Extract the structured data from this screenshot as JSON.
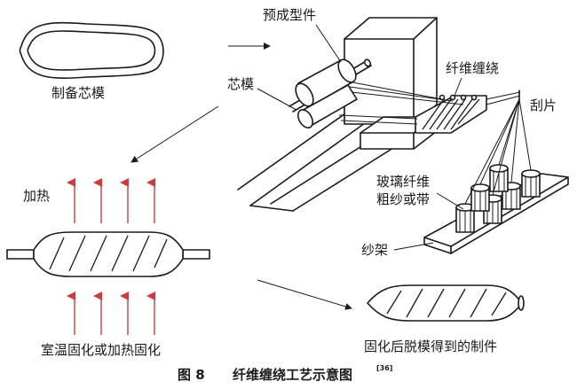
{
  "labels": {
    "prepare_mandrel": "制备芯模",
    "preform": "预成型件",
    "mandrel": "芯模",
    "fiber_winding": "纤维缠绕",
    "scraper": "刮片",
    "glass_fiber_line1": "玻璃纤维",
    "glass_fiber_line2": "粗纱或带",
    "creel": "纱架",
    "heating": "加热",
    "cure": "室温固化或加热固化",
    "demold": "固化后脱模得到的制件"
  },
  "caption": {
    "prefix": "图 8",
    "title": "纤维缠绕工艺示意图",
    "ref": "[36]"
  },
  "colors": {
    "heat_arrow": "#d23a3a",
    "ink": "#1a1a1a"
  }
}
